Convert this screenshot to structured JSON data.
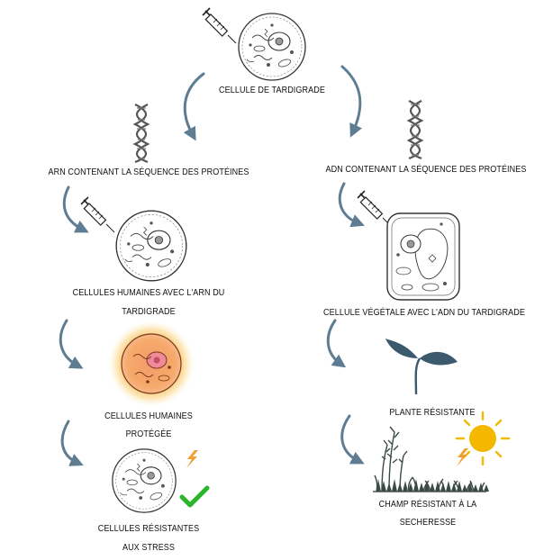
{
  "nodes": {
    "source": {
      "label": "CELLULE DE TARDIGRADE"
    },
    "arn": {
      "label": "ARN CONTENANT LA SÉQUENCE DES PROTÉINES"
    },
    "adn": {
      "label": "ADN CONTENANT LA SÉQUENCE DES PROTÉINES"
    },
    "human_cells": {
      "line1": "CELLULES  HUMAINES AVEC L'ARN DU",
      "line2": "TARDIGRADE"
    },
    "plant_cell": {
      "label": "CELLULE VÉGÉTALE AVEC L'ADN DU TARDIGRADE"
    },
    "protected": {
      "line1": "CELLULES HUMAINES",
      "line2": "PROTÉGÉE"
    },
    "plant": {
      "label": "PLANTE RÉSISTANTE"
    },
    "resistant_cells": {
      "line1": "CELLULES RÉSISTANTES",
      "line2": "AUX STRESS"
    },
    "field": {
      "line1": "CHAMP RÉSISTANT À LA",
      "line2": "SECHERESSE"
    }
  },
  "colors": {
    "arrow": "#5f7d92",
    "dna": "#555555",
    "check": "#2bb52b",
    "lightning": "#f0a030",
    "sun": "#f5b800",
    "glow": "#f5a623"
  },
  "icons": [
    "syringe-icon",
    "cell-icon",
    "dna-icon",
    "plant-cell-icon",
    "sprout-icon",
    "lightning-icon",
    "check-icon",
    "sun-icon",
    "grass-field-icon"
  ]
}
